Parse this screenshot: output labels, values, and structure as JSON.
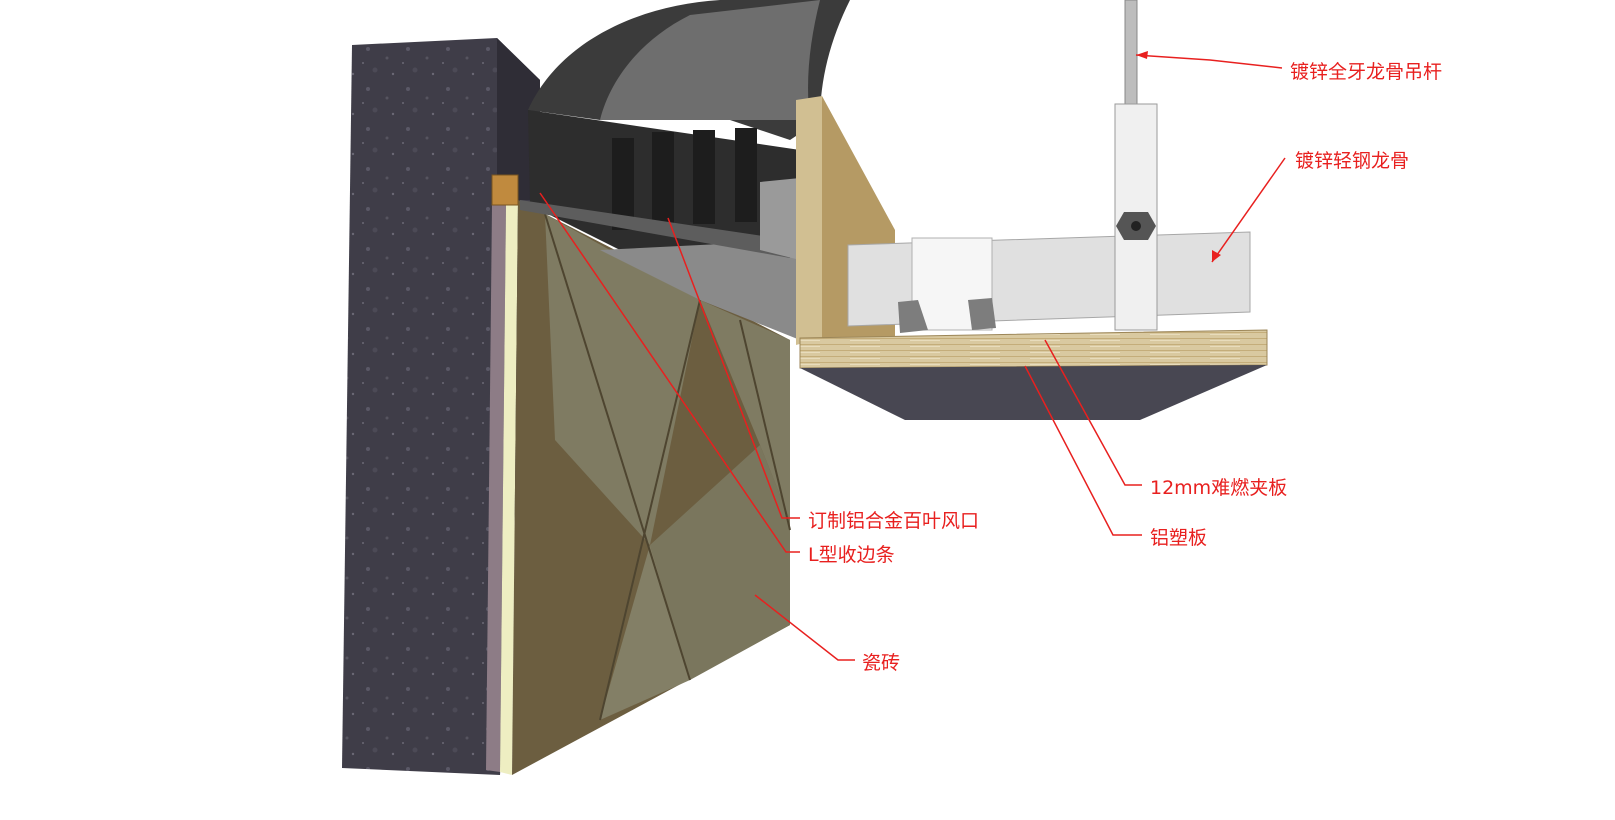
{
  "annotations": {
    "hanger_rod": "镀锌全牙龙骨吊杆",
    "light_steel_keel": "镀锌轻钢龙骨",
    "fire_plywood": "12mm难燃夹板",
    "aluminum_plastic_panel": "铝塑板",
    "louver_vent": "订制铝合金百叶风口",
    "l_trim": "L型收边条",
    "ceramic_tile": "瓷砖"
  },
  "colors": {
    "annotation": "#e8201f",
    "concrete": "#3f3d48",
    "tile_light": "#7d7a63",
    "tile_dark": "#6b5d3f",
    "wood": "#b99a64",
    "plywood": "#d8c79f",
    "duct": "#4a4a4a",
    "steel": "#e2e2e2"
  }
}
